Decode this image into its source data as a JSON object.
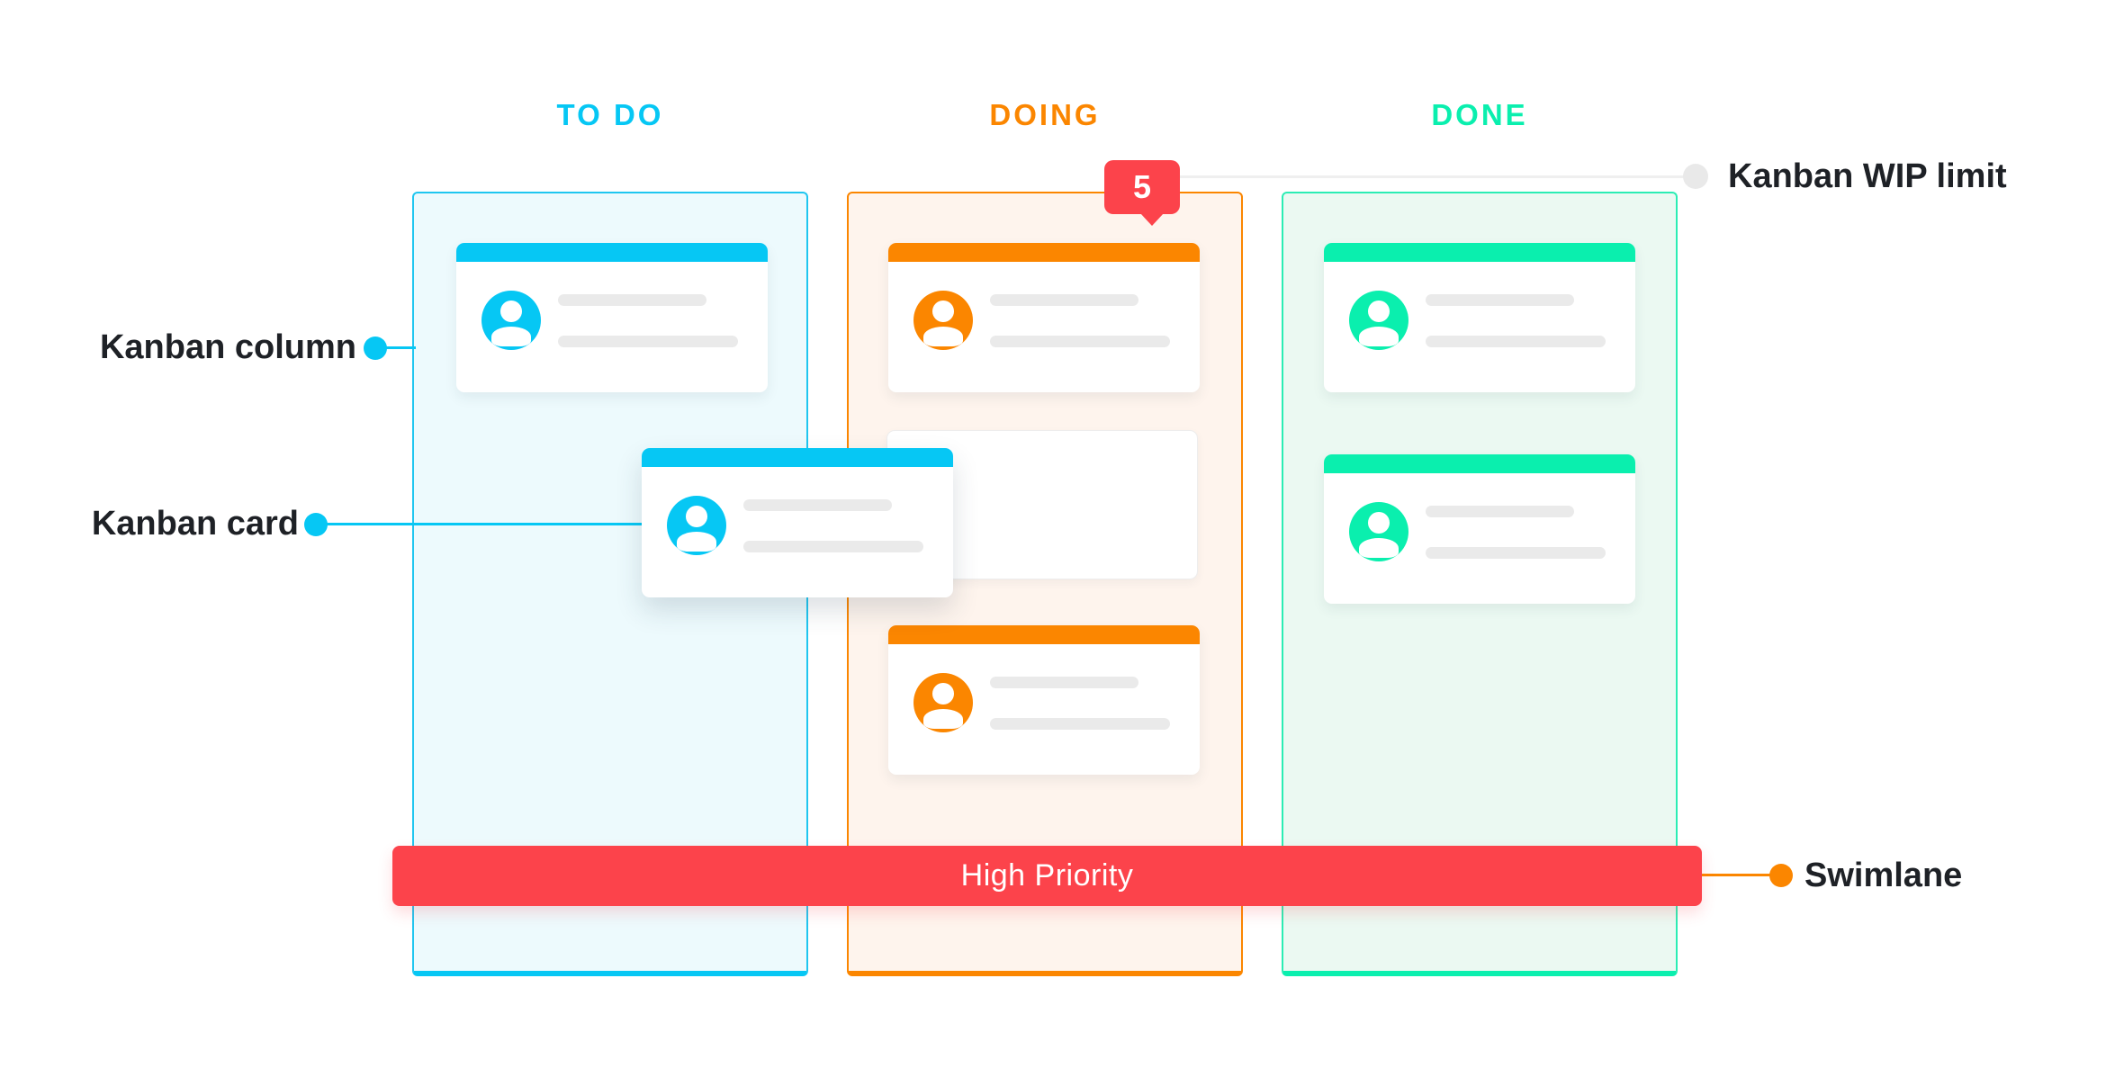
{
  "board": {
    "columns": [
      {
        "id": "todo",
        "title": "TO DO",
        "accent": "#06C7F4",
        "fill": "#EDFAFD",
        "card_count": 2
      },
      {
        "id": "doing",
        "title": "DOING",
        "accent": "#FB8600",
        "fill": "#FEF4ED",
        "card_count": 3,
        "wip_limit": "5"
      },
      {
        "id": "done",
        "title": "DONE",
        "accent": "#0AEFAE",
        "fill": "#EBF9F2",
        "card_count": 2
      }
    ],
    "wip_badge": {
      "value": "5",
      "color": "#FC434B"
    },
    "swimlane": {
      "label": "High Priority",
      "color": "#FC434B"
    }
  },
  "annotations": {
    "kanban_column": "Kanban column",
    "kanban_card": "Kanban card",
    "wip_limit": "Kanban WIP limit",
    "swimlane": "Swimlane"
  },
  "colors": {
    "cyan": "#06C7F4",
    "orange": "#FB8600",
    "green": "#0AEFAE",
    "red": "#FC434B",
    "label_text": "#1E2126",
    "placeholder_gray": "#EAEAEA",
    "connector_gray": "#EFEFEF"
  }
}
